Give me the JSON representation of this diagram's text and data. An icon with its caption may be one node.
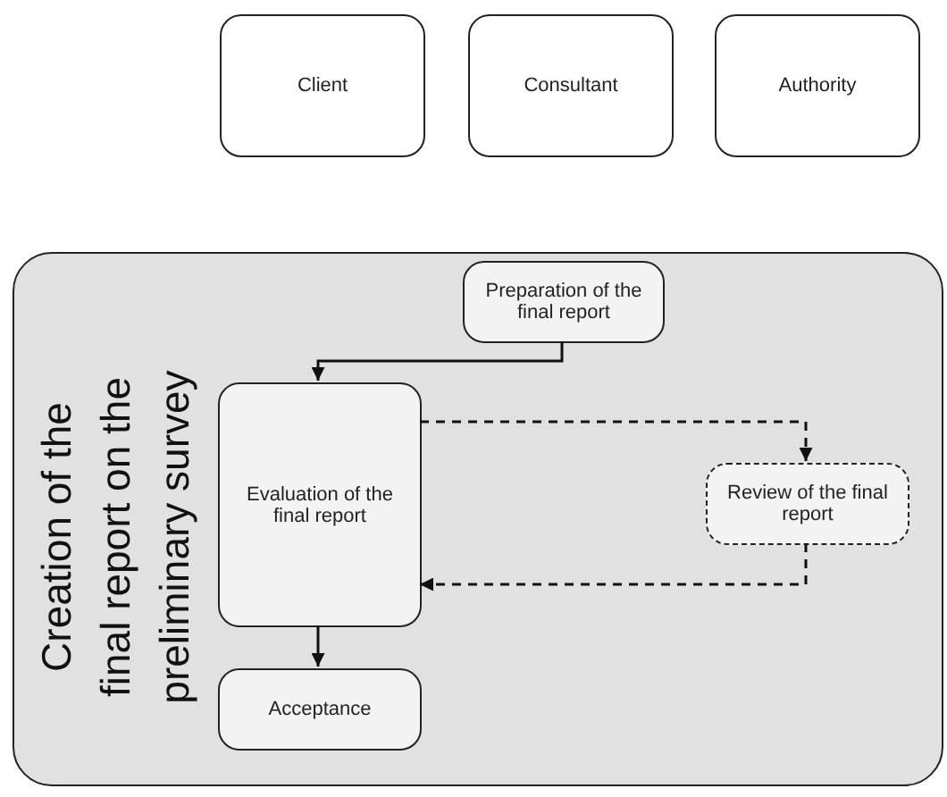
{
  "diagram": {
    "nodes": [
      {
        "text": [
          "Client"
        ]
      },
      {
        "text": [
          "Consultant"
        ]
      },
      {
        "text": [
          "Authority"
        ]
      },
      {
        "text": [
          "Creation of the final report on the preliminary survey"
        ]
      },
      {
        "text": [
          "Preparation of the final report"
        ],
        "in": 3
      },
      {
        "text": [
          "Evaluation of the final report"
        ],
        "in": 3
      },
      {
        "text": [
          "Review of the final report"
        ],
        "in": 3
      },
      {
        "text": [
          "Acceptance"
        ],
        "in": 3
      }
    ],
    "edges": [
      {
        "from": 4,
        "to": 5,
        "arrow": "to"
      },
      {
        "from": 5,
        "to": 6,
        "arrow": "to",
        "style": "dashed"
      },
      {
        "from": 6,
        "to": 5,
        "arrow": "to",
        "style": "dashed"
      },
      {
        "from": 5,
        "to": 7,
        "arrow": "to"
      }
    ]
  }
}
